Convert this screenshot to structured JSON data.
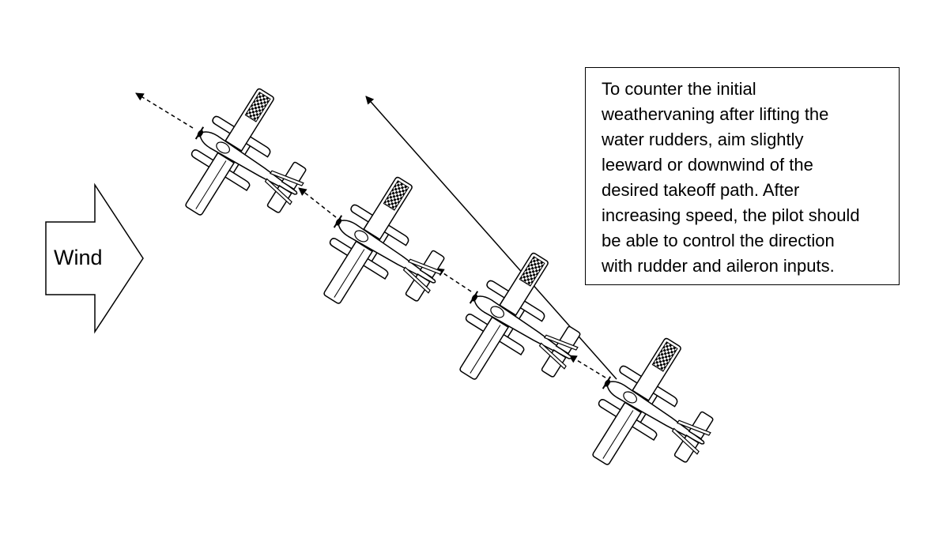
{
  "wind": {
    "label": "Wind"
  },
  "note": {
    "text": "To counter the initial\nweathervaning after lifting the\nwater rudders, aim slightly\nleeward or downwind of the\ndesired takeoff path.  After\nincreasing speed, the pilot should\nbe able to control the direction\nwith rudder and aileron inputs."
  },
  "icons": {
    "aircraft": "seaplane-top-view-icon",
    "heading": "dashed-heading-arrow",
    "path": "takeoff-path-arrow"
  },
  "colors": {
    "ink": "#000000",
    "background": "#ffffff"
  }
}
